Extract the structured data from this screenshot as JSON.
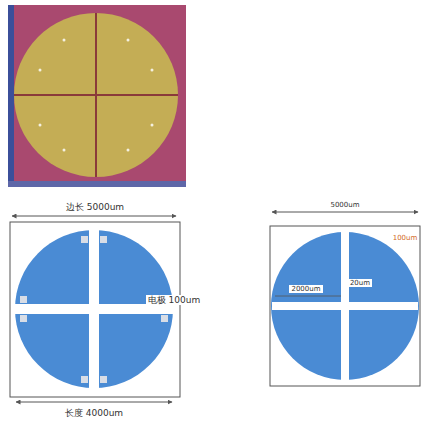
{
  "diagram": {
    "labels": [
      "边长 5000um",
      "电极 100um",
      "长度 4000um",
      "5000um",
      "100um",
      "20um",
      "2000um"
    ]
  }
}
